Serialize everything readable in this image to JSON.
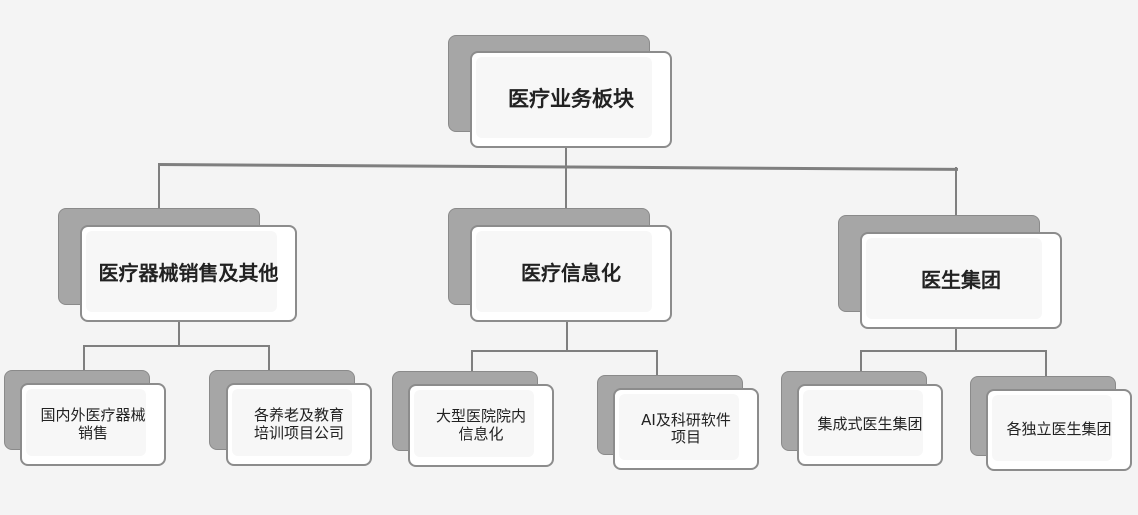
{
  "root": {
    "label": "医疗业务板块"
  },
  "divisions": [
    {
      "label": "医疗器械销售及其他",
      "items": [
        {
          "line1": "国内外医疗器械",
          "line2": "销售"
        },
        {
          "line1": "各养老及教育",
          "line2": "培训项目公司"
        }
      ]
    },
    {
      "label": "医疗信息化",
      "items": [
        {
          "line1": "大型医院院内",
          "line2": "信息化"
        },
        {
          "line1": "AI及科研软件",
          "line2": "项目"
        }
      ]
    },
    {
      "label": "医生集团",
      "items": [
        {
          "line1": "集成式医生集团",
          "line2": ""
        },
        {
          "line1": "各独立医生集团",
          "line2": ""
        }
      ]
    }
  ]
}
